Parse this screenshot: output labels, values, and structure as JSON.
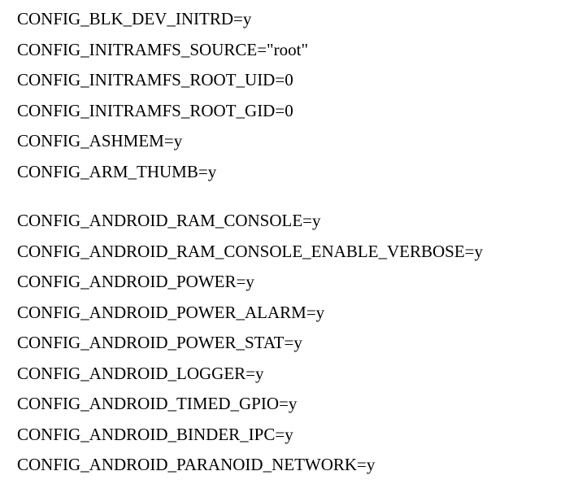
{
  "document": {
    "group1": [
      "CONFIG_BLK_DEV_INITRD=y",
      "CONFIG_INITRAMFS_SOURCE=\"root\"",
      "CONFIG_INITRAMFS_ROOT_UID=0",
      "CONFIG_INITRAMFS_ROOT_GID=0",
      "CONFIG_ASHMEM=y",
      "CONFIG_ARM_THUMB=y"
    ],
    "group2": [
      "CONFIG_ANDROID_RAM_CONSOLE=y",
      "CONFIG_ANDROID_RAM_CONSOLE_ENABLE_VERBOSE=y",
      "CONFIG_ANDROID_POWER=y",
      "CONFIG_ANDROID_POWER_ALARM=y",
      "CONFIG_ANDROID_POWER_STAT=y",
      "CONFIG_ANDROID_LOGGER=y",
      "CONFIG_ANDROID_TIMED_GPIO=y",
      "CONFIG_ANDROID_BINDER_IPC=y",
      "CONFIG_ANDROID_PARANOID_NETWORK=y"
    ]
  }
}
